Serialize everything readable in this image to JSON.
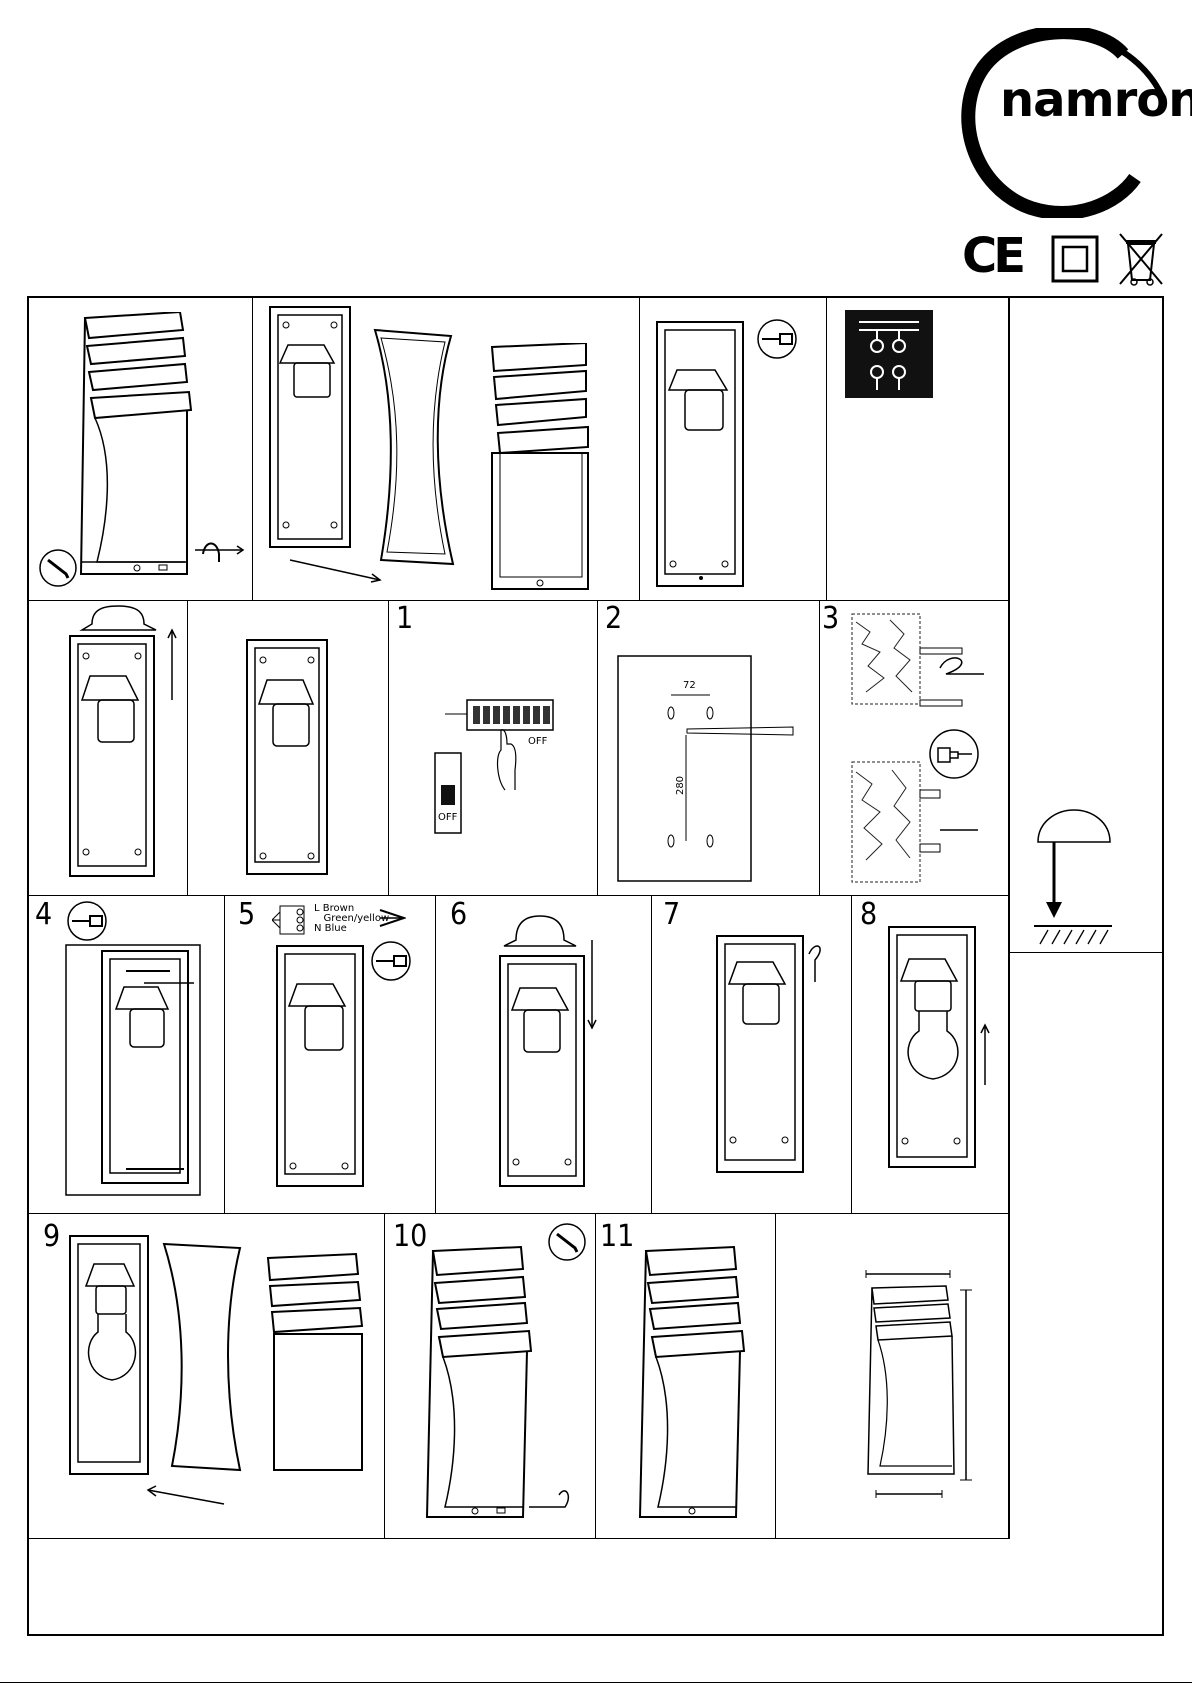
{
  "brand": {
    "name": "namron"
  },
  "marks": {
    "ce": "CE"
  },
  "steps": {
    "s1": "1",
    "s2": "2",
    "s3": "3",
    "s4": "4",
    "s5": "5",
    "s6": "6",
    "s7": "7",
    "s8": "8",
    "s9": "9",
    "s10": "10",
    "s11": "11"
  },
  "breaker": {
    "off_top": "OFF",
    "off_box": "OFF"
  },
  "drill": {
    "width": "72",
    "height": "280"
  },
  "wiring": {
    "l": "L",
    "l_color": "Brown",
    "e_color": "Green/yellow",
    "n": "N",
    "n_color": "Blue"
  },
  "icons": [
    "namron-logo",
    "ce-mark",
    "class-ii-icon",
    "weee-bin-icon",
    "hex-key-icon",
    "screwdriver-icon",
    "rotate-arrow-icon",
    "terminal-block-icon",
    "hand-icon",
    "brush-icon",
    "lamp-icon"
  ]
}
